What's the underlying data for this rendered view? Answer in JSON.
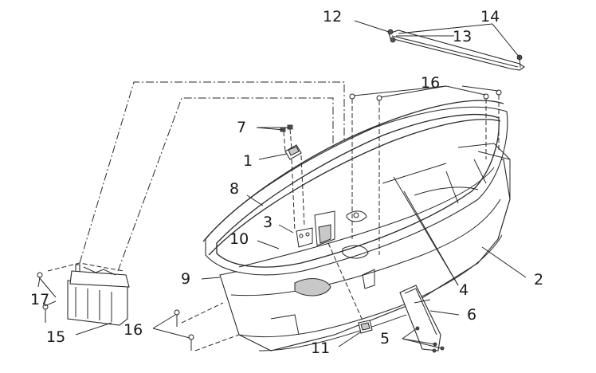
{
  "callouts": {
    "c1": "1",
    "c2": "2",
    "c3": "3",
    "c4": "4",
    "c5": "5",
    "c6": "6",
    "c7": "7",
    "c8": "8",
    "c9": "9",
    "c10": "10",
    "c11": "11",
    "c12": "12",
    "c13": "13",
    "c14": "14",
    "c15": "15",
    "c16a": "16",
    "c16b": "16",
    "c17": "17"
  },
  "colors": {
    "line": "#2a2a2a",
    "background": "#ffffff",
    "shade": "#c8c8c8"
  }
}
